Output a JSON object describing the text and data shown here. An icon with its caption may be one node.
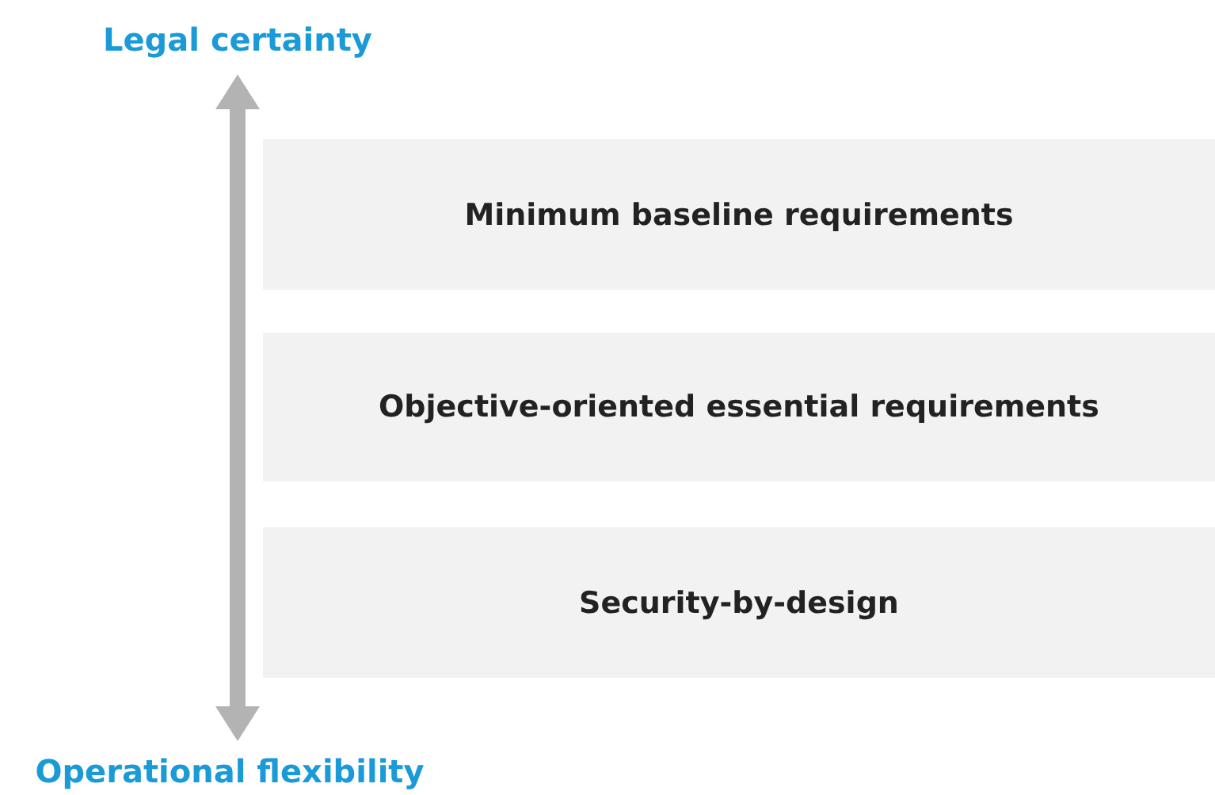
{
  "diagram": {
    "nodes": [
      {
        "text": [
          "Legal certainty"
        ]
      },
      {
        "text": [
          "Minimum baseline requirements"
        ]
      },
      {
        "text": [
          "Objective-oriented essential requirements"
        ]
      },
      {
        "text": [
          "Security-by-design"
        ]
      },
      {
        "text": [
          "Operational flexibility"
        ]
      }
    ],
    "edges": [
      {
        "from": 0,
        "to": 4,
        "arrow": "both"
      }
    ]
  }
}
